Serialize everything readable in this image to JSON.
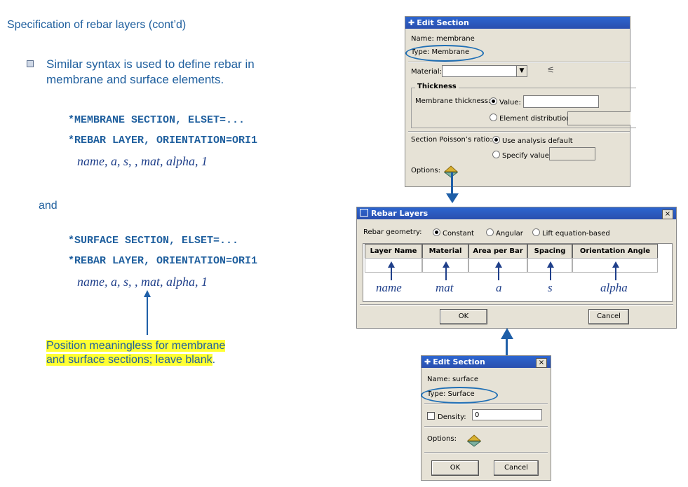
{
  "slide": {
    "title": "Specification of rebar layers (cont’d)",
    "bullet": "Similar syntax is used to define rebar in membrane and surface elements.",
    "block1": {
      "line1": "*MEMBRANE SECTION, ELSET=...",
      "line2": "*REBAR LAYER, ORIENTATION=ORI1",
      "line3": "name, a, s,  , mat, alpha, 1"
    },
    "and": "and",
    "block2": {
      "line1": "*SURFACE SECTION, ELSET=...",
      "line2": "*REBAR LAYER, ORIENTATION=ORI1",
      "line3": "name, a, s,  , mat, alpha, 1"
    },
    "note_line1": "Position meaningless for membrane",
    "note_line2": "and surface sections; leave blank",
    "note_period": "."
  },
  "edit_section_top": {
    "title": "Edit Section",
    "name": "Name:  membrane",
    "type": "Type:  Membrane",
    "material_label": "Material:",
    "thickness_group": "Thickness",
    "membrane_thickness_label": "Membrane thickness:",
    "value_option": "Value:",
    "element_distribution_option": "Element distribution:",
    "poisson_label": "Section Poisson’s ratio:",
    "use_default_option": "Use analysis default",
    "specify_value_option": "Specify value:",
    "options_label": "Options:"
  },
  "rebar_layers": {
    "title": "Rebar Layers",
    "close": "×",
    "geometry_label": "Rebar geometry:",
    "opt_constant": "Constant",
    "opt_angular": "Angular",
    "opt_lift": "Lift equation-based",
    "columns": [
      "Layer Name",
      "Material",
      "Area per Bar",
      "Spacing",
      "Orientation Angle"
    ],
    "column_keys": [
      "name",
      "mat",
      "a",
      "s",
      "alpha"
    ],
    "ok": "OK",
    "cancel": "Cancel"
  },
  "edit_section_bottom": {
    "title": "Edit Section",
    "close": "×",
    "name": "Name:  surface",
    "type": "Type:  Surface",
    "density_label": "Density:",
    "density_value": "0",
    "options_label": "Options:",
    "ok": "OK",
    "cancel": "Cancel"
  },
  "colors": {
    "text_blue": "#1f5f9e",
    "arrow_blue": "#1f5fa8",
    "highlight": "#ffff33",
    "dialog_bg": "#e6e2d6",
    "titlebar": "#2a5bc0"
  }
}
